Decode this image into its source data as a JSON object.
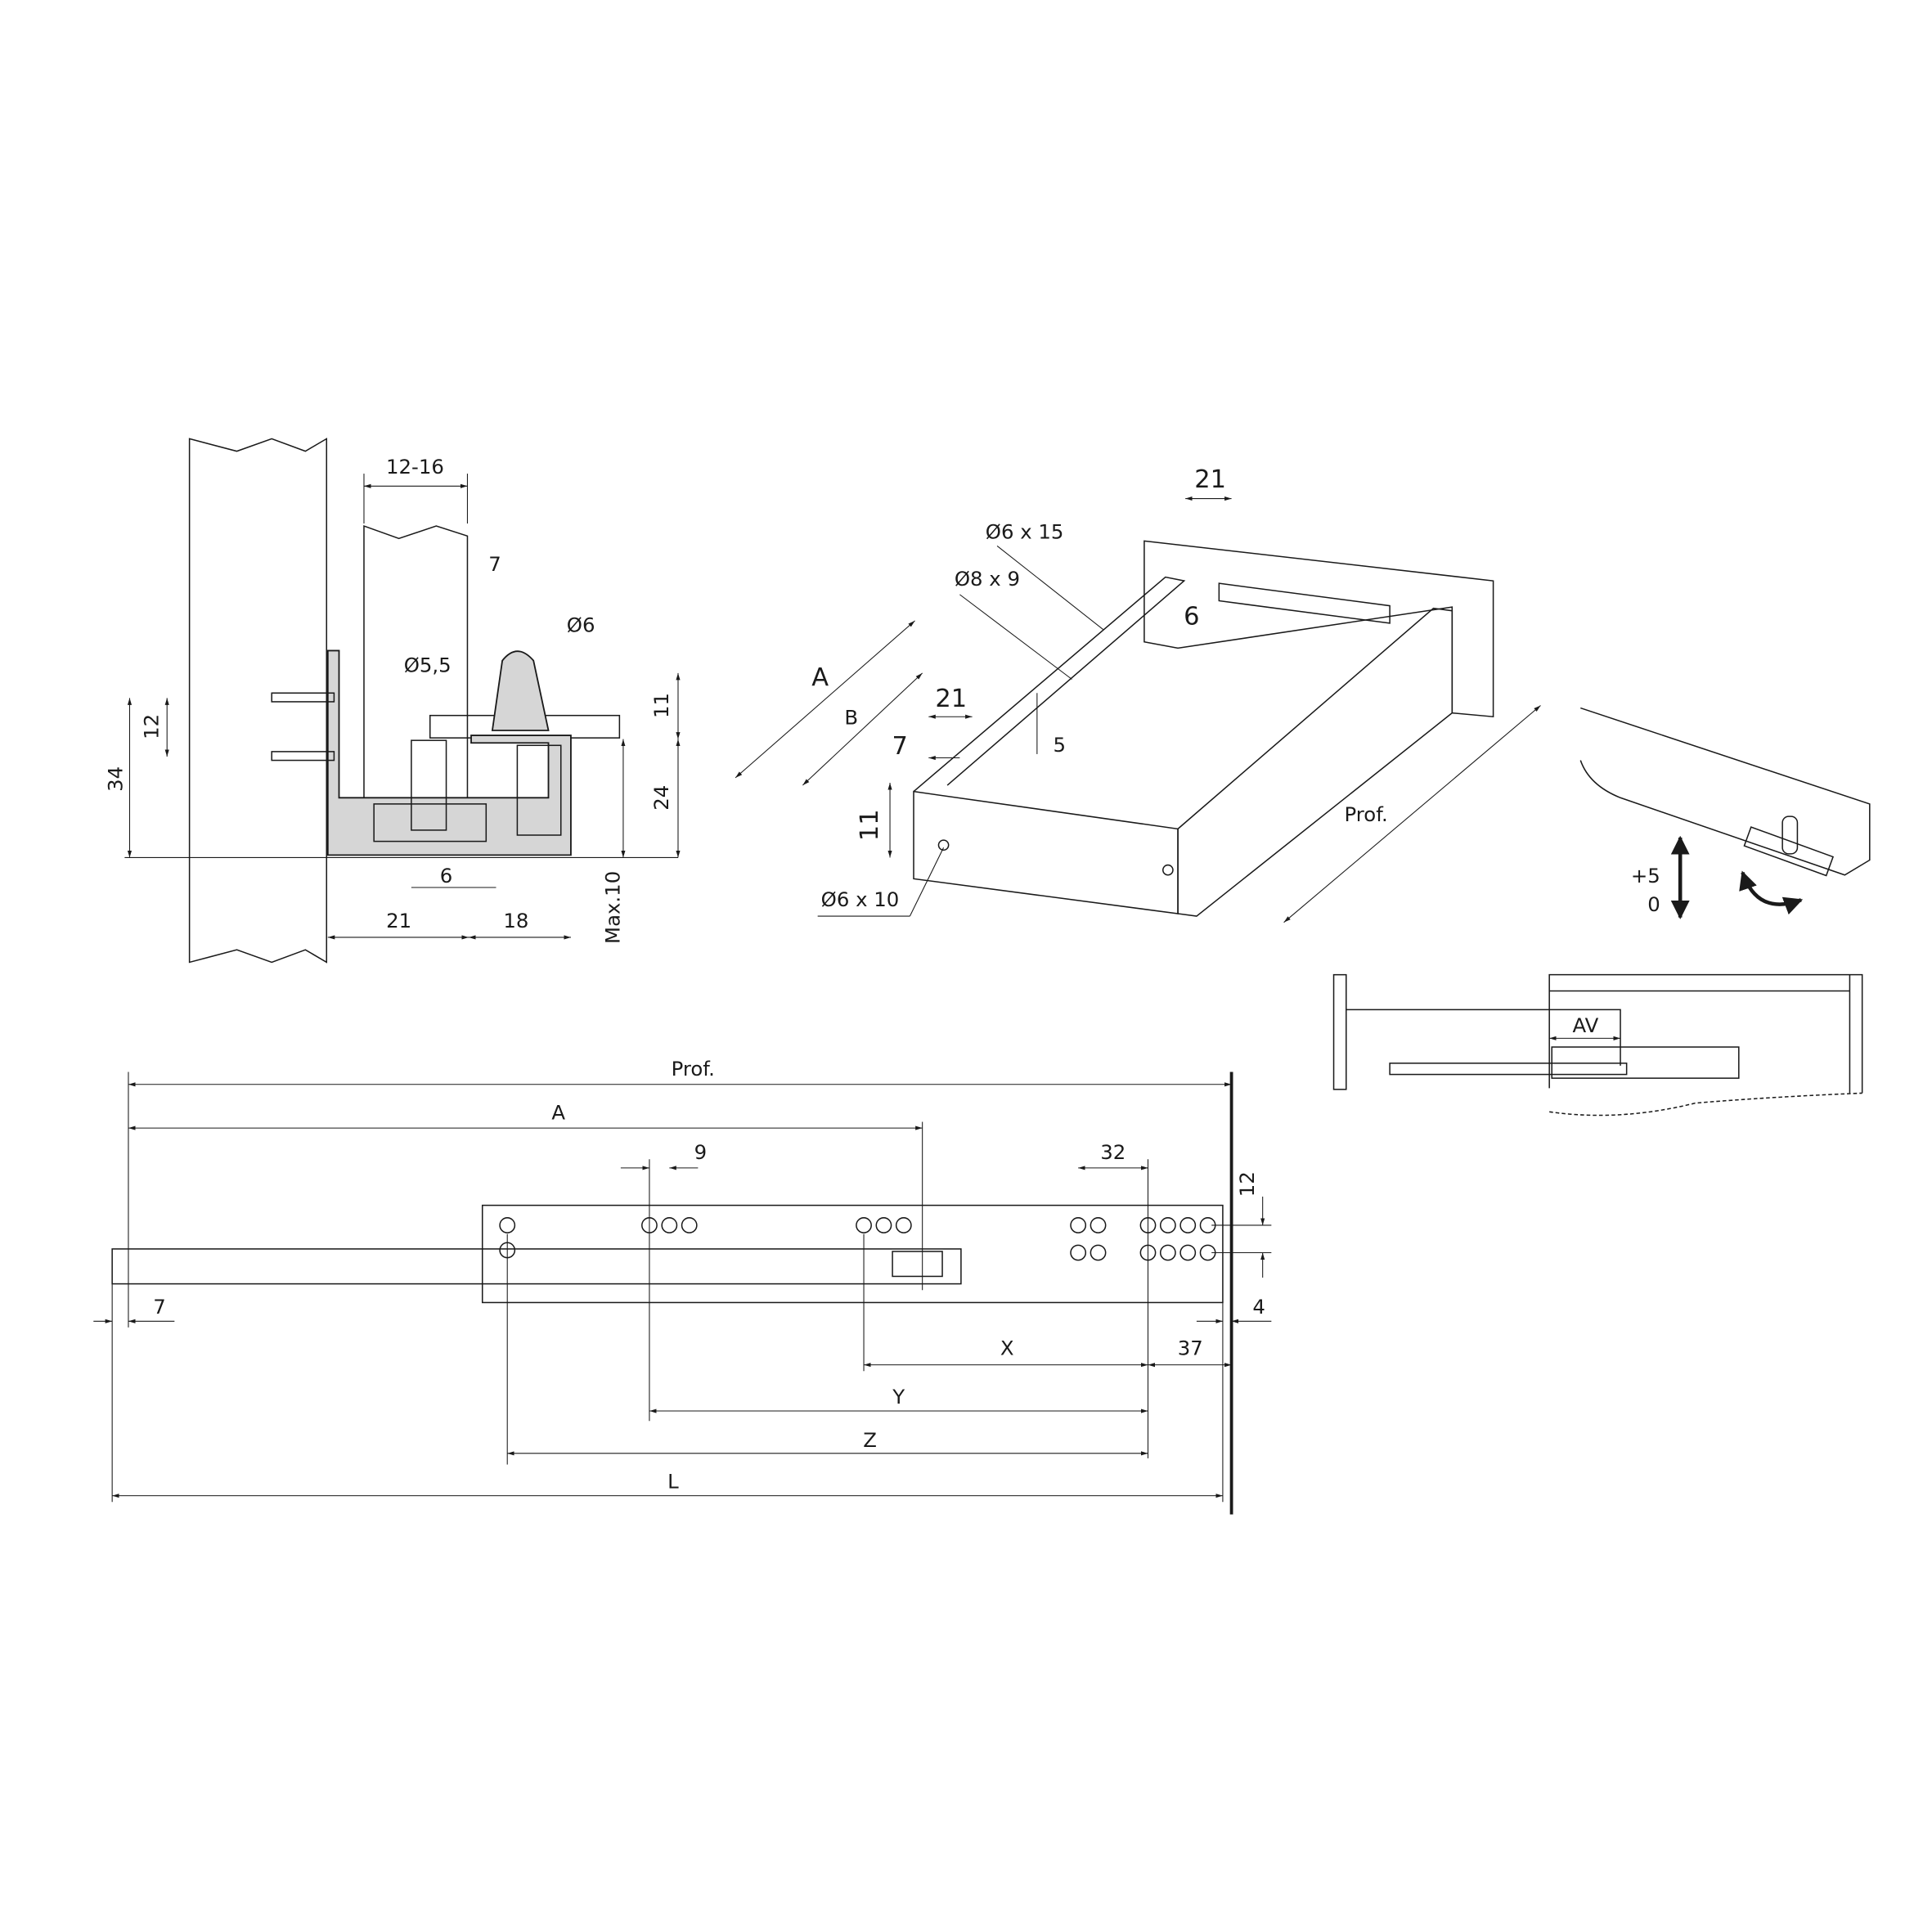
{
  "colors": {
    "wood": "#f7e7c6",
    "metal": "#d6d6d6",
    "line": "#1a1a1a",
    "background": "#ffffff"
  },
  "section_view": {
    "dims": {
      "panel_thickness": "12-16",
      "gap": "7",
      "pin_diameter": "Ø6",
      "screw_hole": "Ø5,5",
      "pin_height": "11",
      "screw_spacing": "12",
      "screw_height": "34",
      "height": "24",
      "offset": "6",
      "width_21": "21",
      "width_18": "18",
      "max": "Max.10"
    }
  },
  "iso_view": {
    "dims": {
      "top_21": "21",
      "hole_6x15": "Ø6 x 15",
      "hole_8x9": "Ø8 x 9",
      "six": "6",
      "a": "A",
      "b": "B",
      "front_21": "21",
      "seven": "7",
      "five": "5",
      "eleven": "11",
      "hole_6x10": "Ø6 x 10",
      "prof": "Prof."
    }
  },
  "adjust_view": {
    "plus": "+5",
    "zero": "0"
  },
  "av_view": {
    "label": "AV"
  },
  "runner_view": {
    "dims": {
      "prof": "Prof.",
      "a": "A",
      "nine": "9",
      "thirty_two": "32",
      "twelve": "12",
      "seven": "7",
      "four": "4",
      "x": "X",
      "thirty_seven": "37",
      "y": "Y",
      "z": "Z",
      "l": "L"
    }
  }
}
